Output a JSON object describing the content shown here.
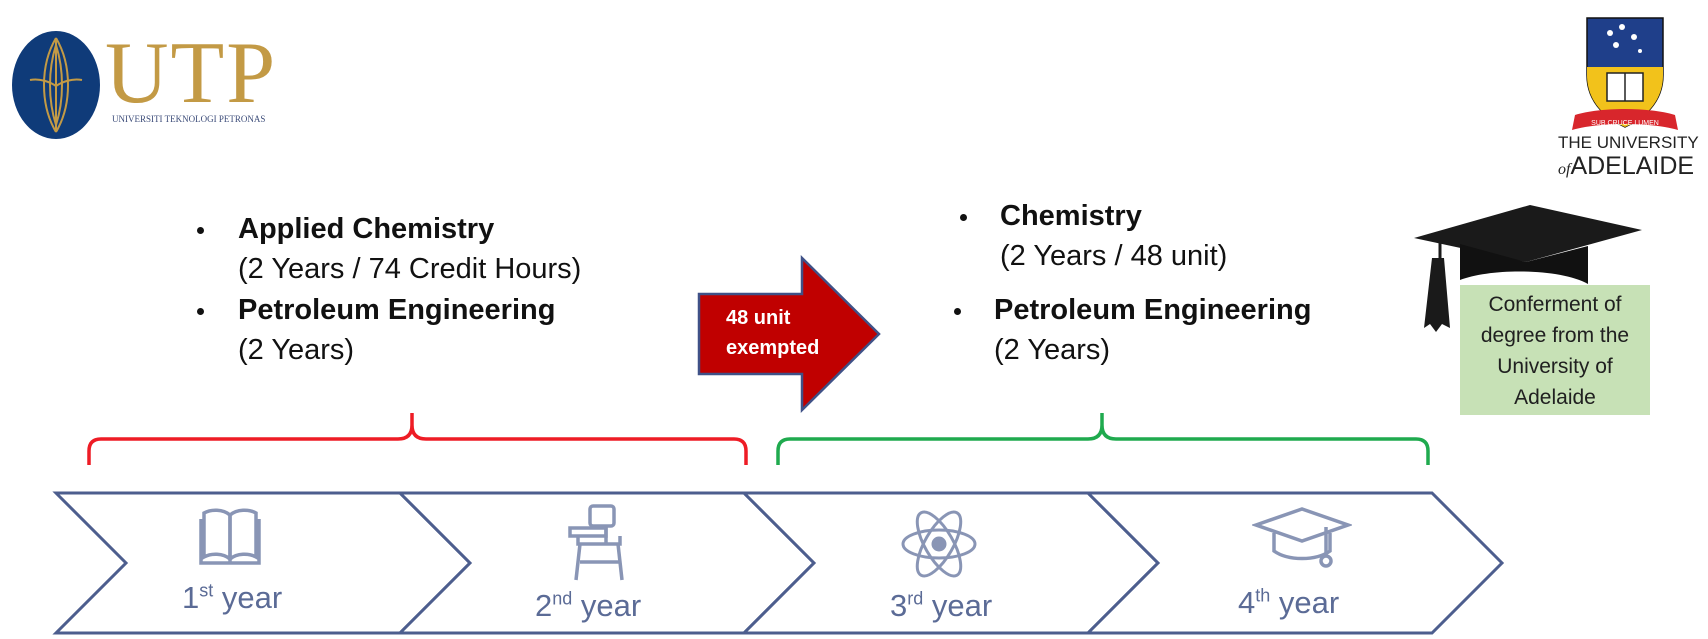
{
  "logos": {
    "utp": {
      "wordmark": "UTP",
      "subtitle": "UNIVERSITI TEKNOLOGI PETRONAS"
    },
    "adelaide": {
      "motto": "SUB CRUCE LUMEN",
      "line1": "THE UNIVERSITY",
      "line2_prefix": "of",
      "line2_name": "ADELAIDE"
    }
  },
  "utp_programs": [
    {
      "name": "Applied Chemistry",
      "detail": "(2 Years / 74 Credit Hours)"
    },
    {
      "name": "Petroleum Engineering",
      "detail": "(2 Years)"
    }
  ],
  "adelaide_programs": [
    {
      "name": "Chemistry",
      "detail": "(2 Years / 48 unit)"
    },
    {
      "name": "Petroleum Engineering",
      "detail": "(2 Years)"
    }
  ],
  "arrow": {
    "line1": "48 unit",
    "line2": "exempted"
  },
  "conferment": {
    "lines": [
      "Conferment of",
      "degree from the",
      "University of",
      "Adelaide"
    ]
  },
  "years": [
    {
      "num": "1",
      "suffix": "st",
      "word": "year",
      "icon": "book-icon"
    },
    {
      "num": "2",
      "suffix": "nd",
      "word": "year",
      "icon": "desk-icon"
    },
    {
      "num": "3",
      "suffix": "rd",
      "word": "year",
      "icon": "atom-icon"
    },
    {
      "num": "4",
      "suffix": "th",
      "word": "year",
      "icon": "graduation-cap-icon"
    }
  ],
  "colors": {
    "utp_bracket": "#ee1c25",
    "adelaide_bracket": "#1faa4e",
    "arrow_fill": "#c00000",
    "arrow_border": "#3f5187",
    "chevron_stroke": "#4d5e8e",
    "icon_color": "#8995b5",
    "conferment_bg": "#c7e1b6",
    "utp_gold": "#c39a45",
    "utp_navy": "#0f3b79"
  }
}
